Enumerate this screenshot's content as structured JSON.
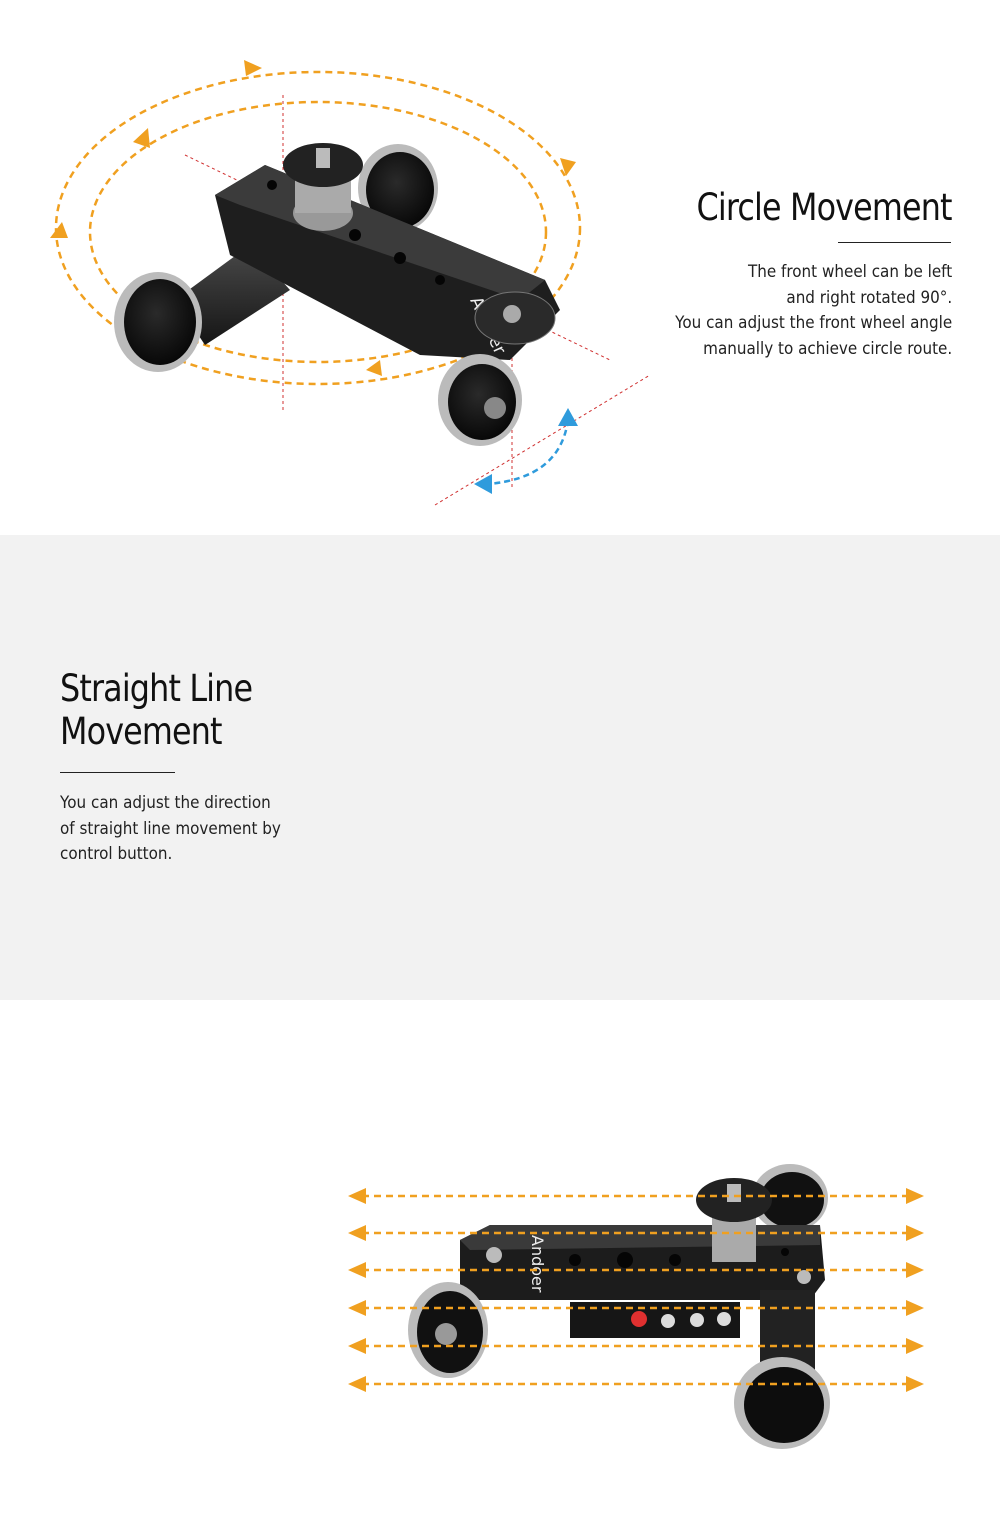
{
  "circle": {
    "title": "Circle Movement",
    "lines": [
      "The front wheel can be left",
      "and right rotated 90°.",
      "You can adjust the front wheel angle",
      "manually to achieve circle route."
    ]
  },
  "straight": {
    "title_lines": [
      "Straight Line",
      "Movement"
    ],
    "lines": [
      "You can adjust the direction",
      "of straight line movement by",
      "control button."
    ]
  },
  "brand": {
    "logo": "Andoer"
  },
  "colors": {
    "arrow_orange": "#f0a020",
    "arrow_blue": "#2f9bdc",
    "guide_red": "#d03030",
    "body_black": "#1a1a1a",
    "power_red": "#e03030"
  },
  "icons": [
    "power-icon",
    "direction-icon",
    "plus-icon",
    "minus-icon"
  ]
}
